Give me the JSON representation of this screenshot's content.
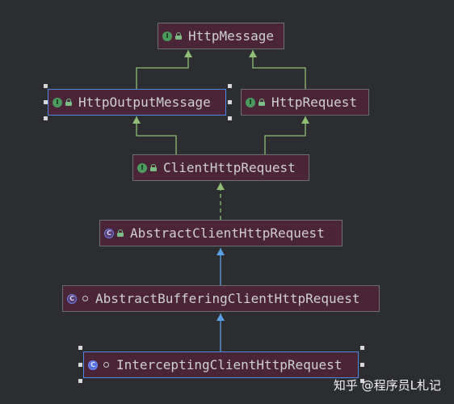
{
  "nodes": {
    "http_message": "HttpMessage",
    "http_output_message": "HttpOutputMessage",
    "http_request": "HttpRequest",
    "client_http_request": "ClientHttpRequest",
    "abstract_client_http_request": "AbstractClientHttpRequest",
    "abstract_buffering_client_http_request": "AbstractBufferingClientHttpRequest",
    "intercepting_client_http_request": "InterceptingClientHttpRequest"
  },
  "kinds": {
    "interface": "I",
    "class": "C"
  },
  "colors": {
    "background": "#2b2d30",
    "node_fill": "#4a2437",
    "interface_extends_arrow": "#8fbf73",
    "class_extends_arrow": "#5aa0e6",
    "selection_border": "#4e88e6"
  },
  "watermark": "知乎 @程序员L札记"
}
